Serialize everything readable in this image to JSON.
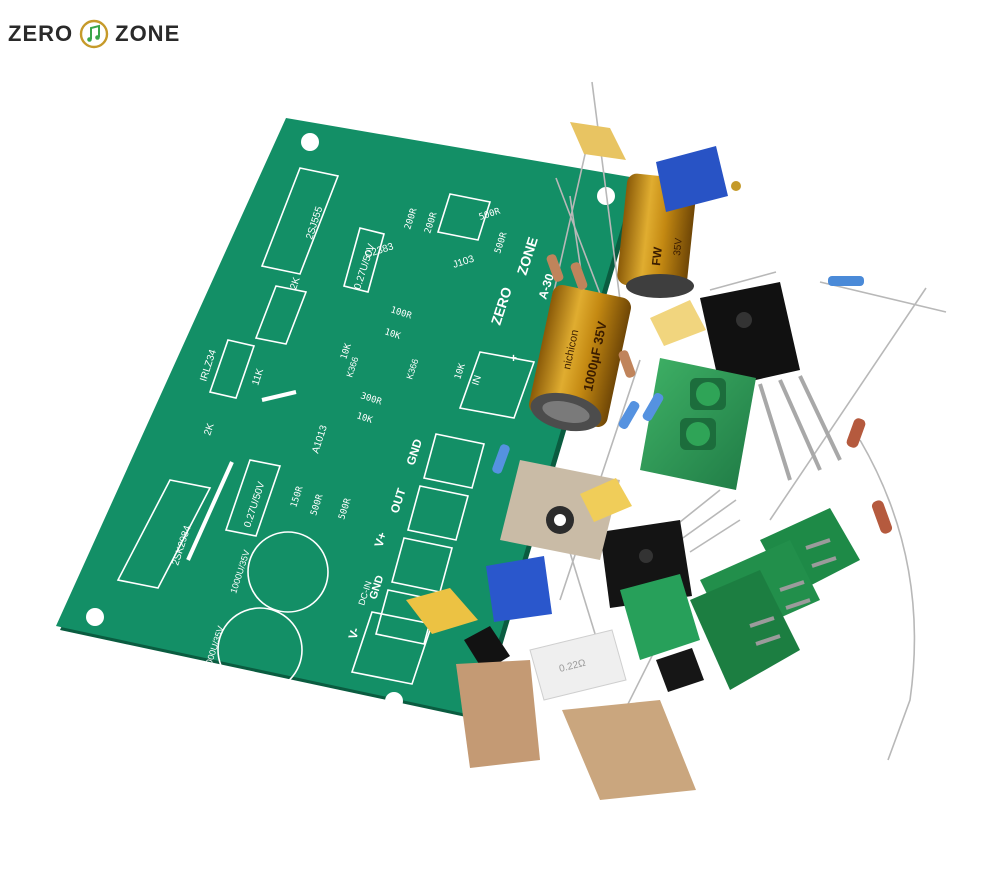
{
  "brand": {
    "left_word": "ZERO",
    "right_word": "ZONE"
  },
  "pcb": {
    "board_name": "A-30",
    "brand_left": "ZERO",
    "brand_right": "ZONE",
    "labels": {
      "q_2sj555": "2SJ555",
      "q_2sk2984": "2SK2984",
      "q_irlz34": "IRLZ34",
      "r_2k_a": "2K",
      "r_2k_b": "2K",
      "r_11k": "11K",
      "c_027u_a": "0.27U/50V",
      "c_027u_b": "0.27U/50V",
      "q_c2383": "C2383",
      "q_a1013": "A1013",
      "q_j103": "J103",
      "q_k366_a": "K366",
      "q_k366_b": "K366",
      "r_200r_a": "200R",
      "r_200r_b": "200R",
      "r_500r_a": "500R",
      "r_500r_b": "500R",
      "r_500r_c": "500R",
      "r_500r_d": "500R",
      "r_100r": "100R",
      "r_10k_a": "10K",
      "r_10k_b": "10K",
      "r_10k_c": "10K",
      "r_300r": "300R",
      "r_10k_d": "10K",
      "r_150r": "150R",
      "c_1000u_a": "1000U/35V",
      "c_1000u_b": "1000U/35V",
      "in": "IN",
      "plus": "+",
      "gnd": "GND",
      "out": "OUT",
      "v_plus": "V+",
      "dc_in": "DC-IN",
      "gnd2": "GND",
      "v_minus": "V-"
    }
  },
  "components": {
    "cap_big": {
      "brand": "nichicon",
      "value": "1000µF 35V"
    },
    "cap_small": {
      "brand": "FW",
      "value": "35V"
    },
    "white_resistor": {
      "value": "0.22Ω"
    }
  },
  "colors": {
    "pcb": "#118a63",
    "pcb_dark": "#0c6e4d",
    "terminal": "#2e9a57",
    "cap_gold": "#d09a1e",
    "trimmer": "#2a56c8"
  }
}
